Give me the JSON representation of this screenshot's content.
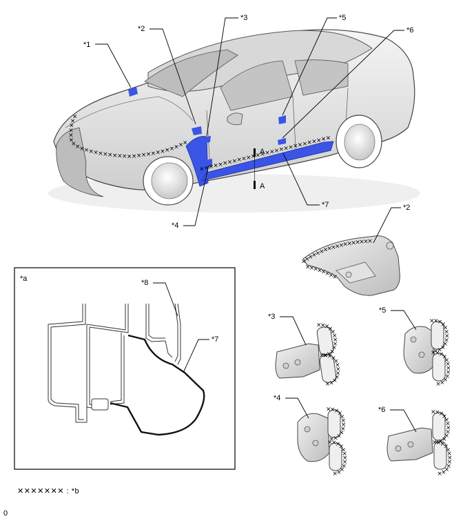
{
  "callouts": {
    "c1": "*1",
    "c2": "*2",
    "c3": "*3",
    "c4": "*4",
    "c5": "*5",
    "c6": "*6",
    "c7": "*7",
    "c8": "*8",
    "ca": "*a",
    "part2": "*2",
    "part3": "*3",
    "part4": "*4",
    "part5": "*5",
    "part6": "*6"
  },
  "section_marker": {
    "label_top": "A",
    "label_bottom": "A"
  },
  "legend": {
    "symbol": "✕✕✕✕✕✕✕",
    "separator": ":",
    "label": "*b"
  },
  "footer_id": "0",
  "colors": {
    "highlight_blue": "#3a55e6",
    "body_fill": "#e6e6e6",
    "outline": "#333333",
    "mark": "#000000"
  }
}
